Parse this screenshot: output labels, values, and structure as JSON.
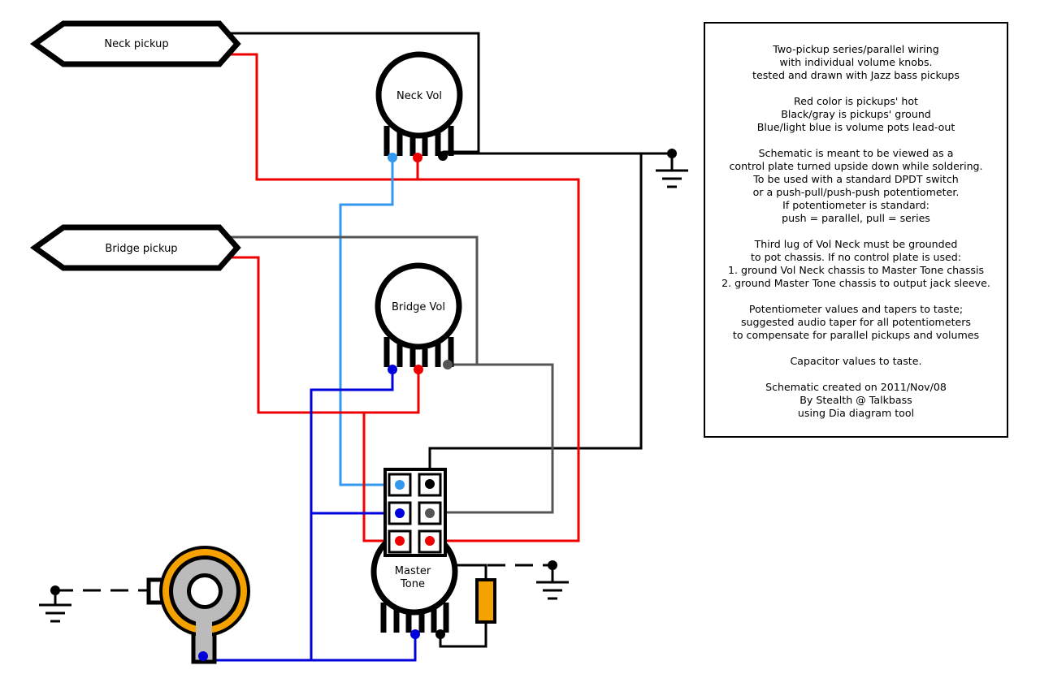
{
  "labels": {
    "neck_pickup": "Neck pickup",
    "bridge_pickup": "Bridge pickup",
    "neck_vol": "Neck Vol",
    "bridge_vol": "Bridge Vol",
    "master_tone_line1": "Master",
    "master_tone_line2": "Tone"
  },
  "colors": {
    "hot": "#ee0000",
    "ground": "#000000",
    "ground_gray": "#555555",
    "lead_out": "#0000dd",
    "lead_out_light": "#3399ee",
    "jack_ring": "#f5a100",
    "jack_sleeve": "#bbbbbb",
    "capacitor": "#f5a100"
  },
  "notes": [
    [
      "Two-pickup series/parallel wiring",
      "with individual volume knobs.",
      "tested and drawn with Jazz bass pickups"
    ],
    [
      "Red color is pickups' hot",
      "Black/gray is pickups' ground",
      "Blue/light blue is volume pots lead-out"
    ],
    [
      "Schematic is meant to be viewed as a",
      "control plate turned upside down while soldering.",
      "To be used with a standard DPDT switch",
      "or a push-pull/push-push potentiometer.",
      "If potentiometer is standard:",
      "push = parallel, pull = series"
    ],
    [
      "Third lug of Vol Neck must be grounded",
      "to pot chassis. If no control plate is used:",
      "1. ground Vol Neck chassis to Master Tone chassis",
      "2. ground Master Tone chassis to output jack sleeve."
    ],
    [
      "Potentiometer values and tapers to taste;",
      "suggested audio taper for all potentiometers",
      "to compensate for parallel pickups and volumes"
    ],
    [
      "Capacitor values to taste."
    ],
    [
      "Schematic created on 2011/Nov/08",
      "By Stealth @ Talkbass",
      "using Dia diagram tool"
    ]
  ]
}
